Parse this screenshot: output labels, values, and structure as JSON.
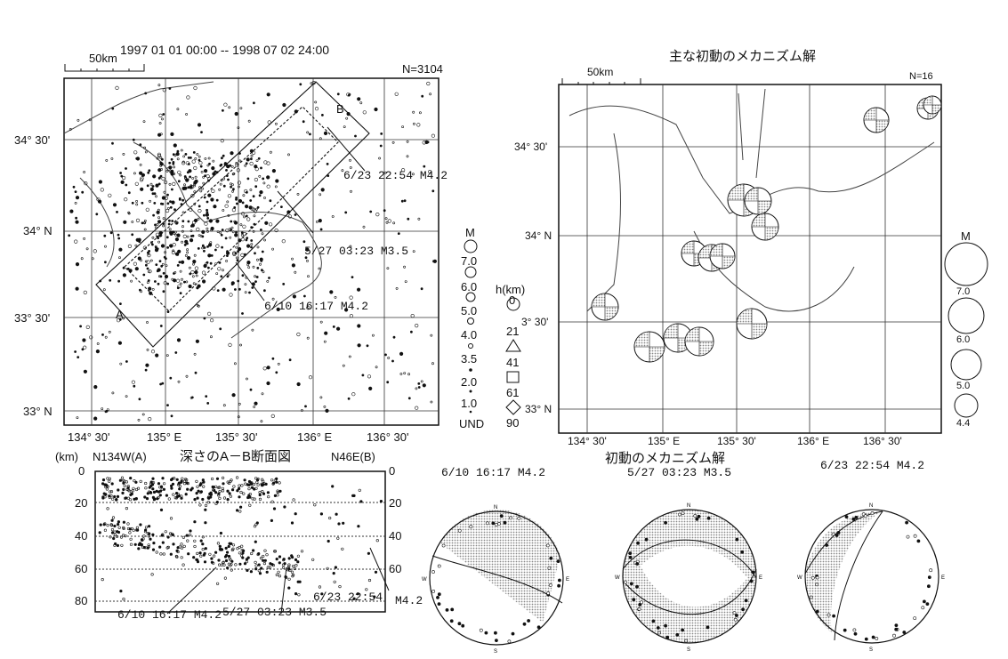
{
  "left_map": {
    "period": "1997 01 01 00:00 -- 1998 07 02 24:00",
    "scale": "50km",
    "count": "N=3104",
    "lat_labels": [
      "34° 30'",
      "34° N",
      "33° 30'",
      "33° N"
    ],
    "lon_labels": [
      "134° 30'",
      "135° E",
      "135° 30'",
      "136° E",
      "136° 30'"
    ],
    "profile_labels": {
      "a": "A",
      "b": "B"
    },
    "annotations": [
      "6/23 22:54 M4.2",
      "5/27 03:23 M3.5",
      "6/10 16:17 M4.2"
    ],
    "legend_m": {
      "title": "M",
      "items": [
        "7.0",
        "6.0",
        "5.0",
        "4.0",
        "3.5",
        "2.0",
        "1.0",
        "UND"
      ]
    },
    "legend_h": {
      "title": "h(km)",
      "items": [
        "0",
        "21",
        "41",
        "61",
        "90"
      ]
    }
  },
  "right_map": {
    "title": "主な初動のメカニズム解",
    "scale": "50km",
    "count": "N=16",
    "lat_labels": [
      "34° 30'",
      "34° N",
      "3° 30'",
      "33° N"
    ],
    "lon_labels": [
      "134° 30'",
      "135° E",
      "135° 30'",
      "136° E",
      "136° 30'"
    ],
    "legend_m": {
      "title": "M",
      "items": [
        "7.0",
        "6.0",
        "5.0",
        "4.4"
      ]
    }
  },
  "cross_section": {
    "unit": "(km)",
    "left_end": "N134W(A)",
    "title": "深さのA－B断面図",
    "right_end": "N46E(B)",
    "depth_ticks": [
      "0",
      "20",
      "40",
      "60",
      "80"
    ],
    "annotations": [
      "6/10 16:17 M4.2",
      "5/27 03:23 M3.5",
      "6/23 22:54",
      "M4.2"
    ]
  },
  "mechanisms": {
    "title": "初動のメカニズム解",
    "items": [
      {
        "label": "6/10 16:17 M4.2",
        "n": "N",
        "s": "S",
        "e": "E",
        "w": "W"
      },
      {
        "label": "5/27 03:23 M3.5",
        "n": "N",
        "s": "S",
        "e": "E",
        "w": "W"
      },
      {
        "label": "6/23 22:54 M4.2",
        "n": "N",
        "s": "S",
        "e": "E",
        "w": "W"
      }
    ]
  }
}
